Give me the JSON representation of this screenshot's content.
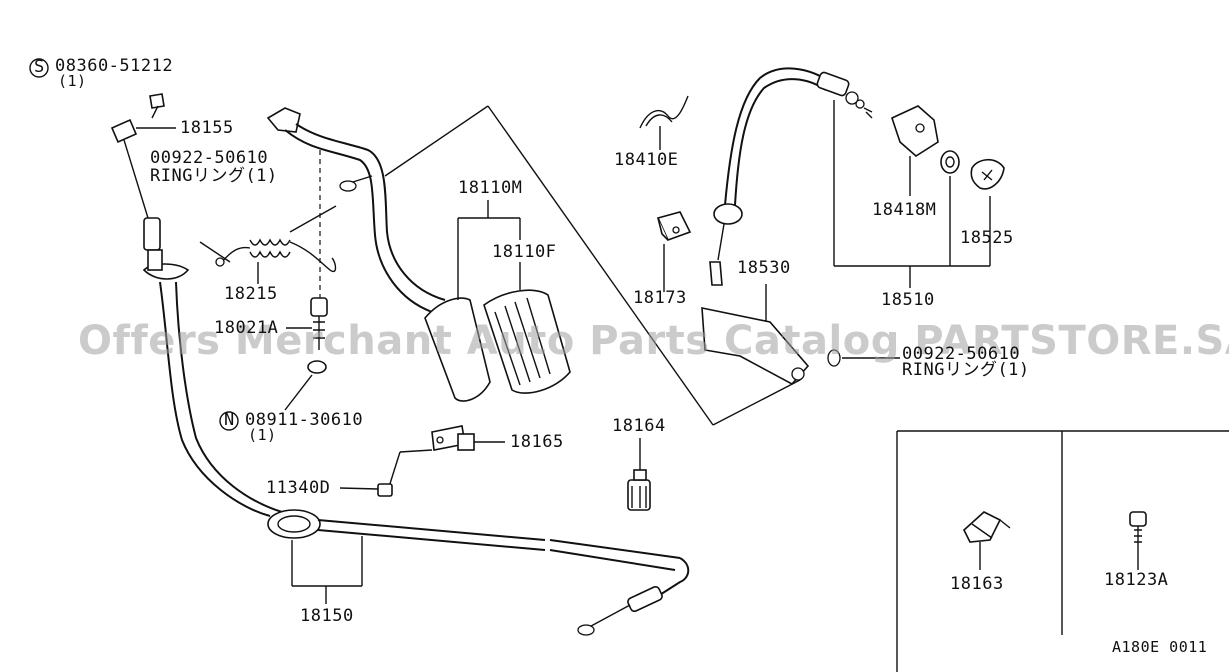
{
  "watermark": "Offers Merchant Auto Parts Catalog PARTSTORE.SA",
  "diagram_code": "A180E 0011",
  "parts": {
    "p1_symbol": "S",
    "p1_num": "08360-51212",
    "p1_qty": "(1)",
    "p2": "18155",
    "p3_num": "00922-50610",
    "p3_desc": "RINGリング(1)",
    "p4": "18215",
    "p5": "18021A",
    "p6_symbol": "N",
    "p6_num": "08911-30610",
    "p6_qty": "(1)",
    "p7": "18110M",
    "p8": "18110F",
    "p9": "18165",
    "p10": "11340D",
    "p11": "18150",
    "p12": "18164",
    "p13": "18410E",
    "p14": "18173",
    "p15": "18530",
    "p16": "18418M",
    "p17": "18525",
    "p18": "18510",
    "p19_num": "00922-50610",
    "p19_desc": "RINGリング(1)",
    "p20": "18163",
    "p21": "18123A"
  }
}
